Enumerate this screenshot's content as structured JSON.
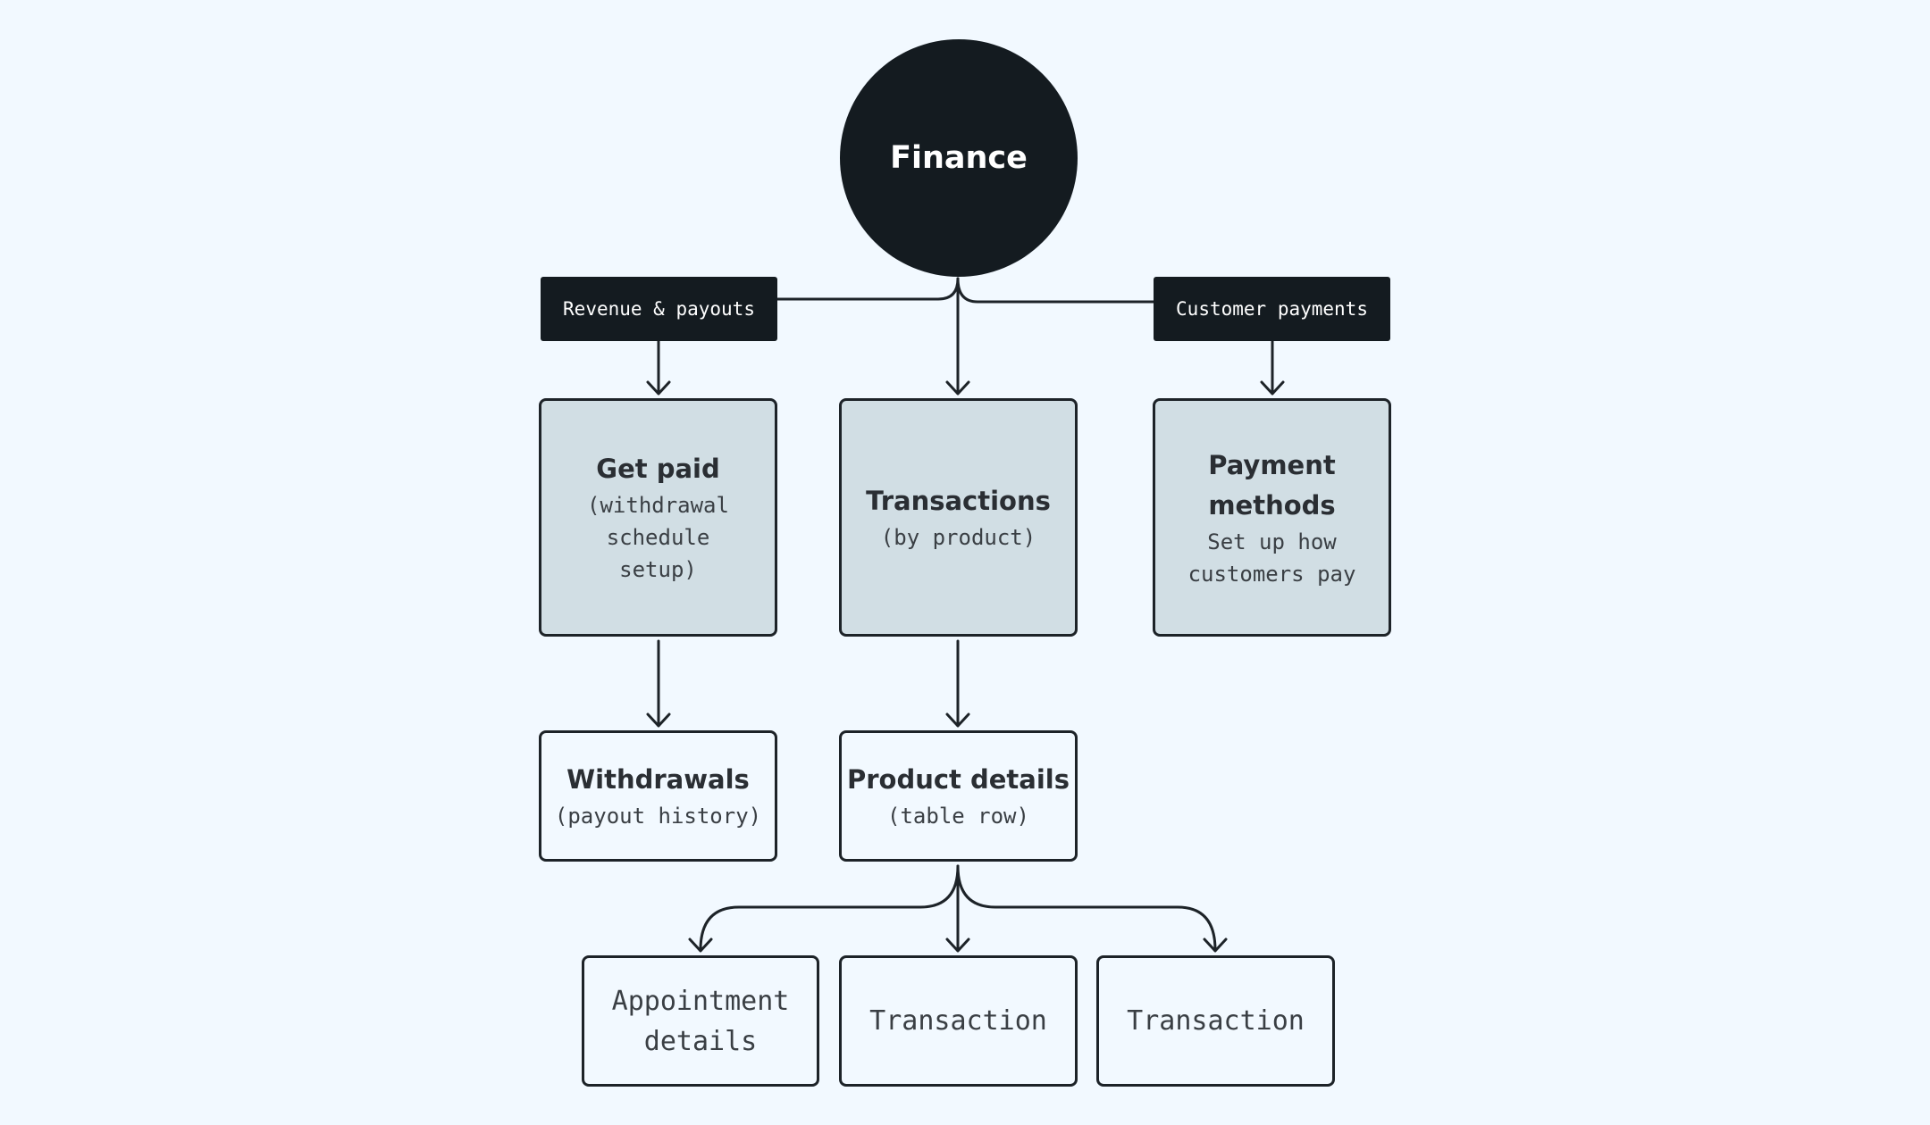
{
  "root": {
    "label": "Finance"
  },
  "tags": {
    "revenue": "Revenue & payouts",
    "customer": "Customer payments"
  },
  "get_paid": {
    "title": "Get paid",
    "sub": "(withdrawal schedule setup)"
  },
  "transactions": {
    "title": "Transactions",
    "sub": "(by product)"
  },
  "payment_methods": {
    "title": "Payment methods",
    "sub": "Set up how customers pay"
  },
  "withdrawals": {
    "title": "Withdrawals",
    "sub": "(payout history)"
  },
  "product_details": {
    "title": "Product details",
    "sub": "(table row)"
  },
  "leaves": {
    "appointment": "Appointment details",
    "transaction_1": "Transaction",
    "transaction_2": "Transaction"
  },
  "colors": {
    "background": "#f2f9ff",
    "dark": "#141b20",
    "grey_box": "#d1dee4",
    "stroke": "#1d2328"
  }
}
